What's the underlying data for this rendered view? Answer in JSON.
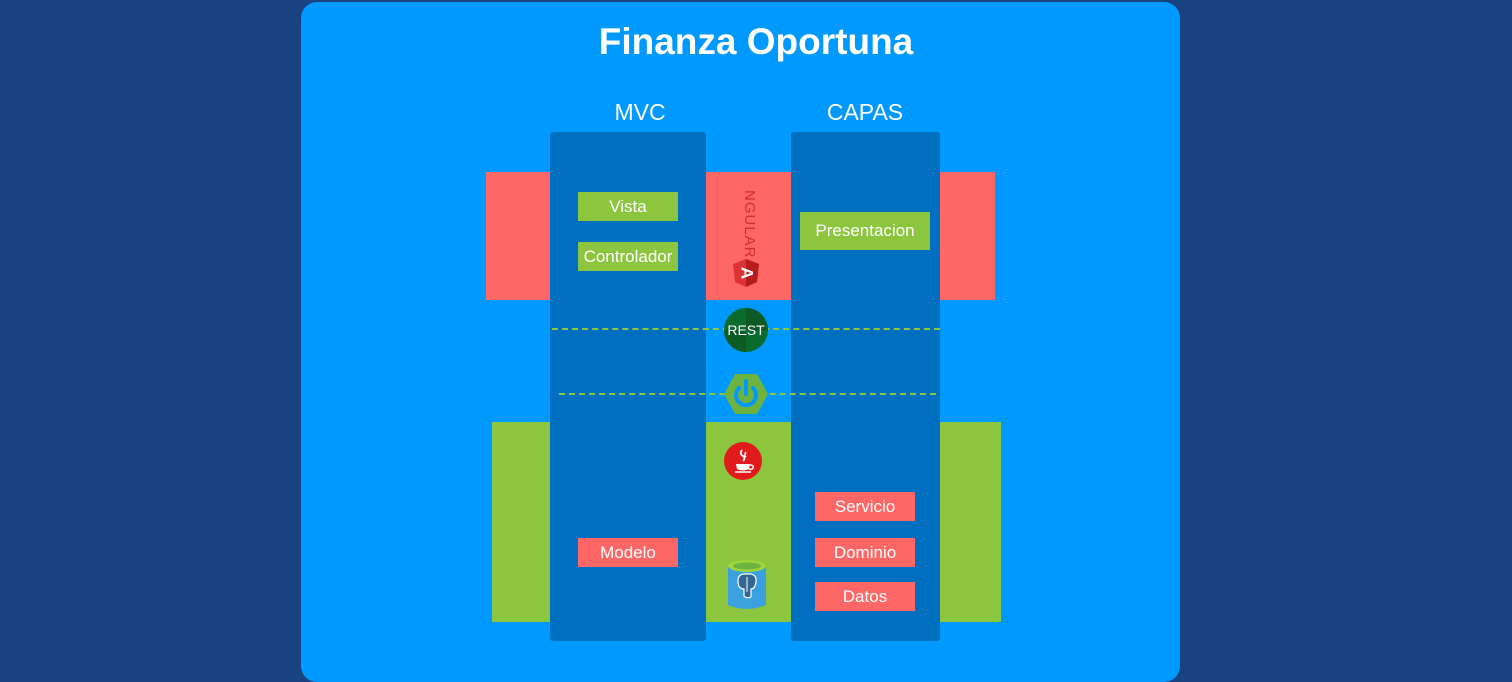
{
  "title": "Finanza Oportuna",
  "columns": {
    "mvc": {
      "label": "MVC",
      "items": {
        "vista": "Vista",
        "controlador": "Controlador",
        "modelo": "Modelo"
      }
    },
    "capas": {
      "label": "CAPAS",
      "items": {
        "presentacion": "Presentacion",
        "servicio": "Servicio",
        "dominio": "Dominio",
        "datos": "Datos"
      }
    }
  },
  "icons": {
    "angular": {
      "name": "angular-icon",
      "text": "NGULAR",
      "letter": "A"
    },
    "rest": {
      "name": "rest-icon",
      "text": "REST"
    },
    "spring": {
      "name": "spring-boot-icon"
    },
    "java": {
      "name": "java-icon"
    },
    "postgres": {
      "name": "postgresql-database-icon"
    }
  },
  "colors": {
    "background": "#1a4180",
    "card": "#0099ff",
    "column": "#006fbf",
    "red": "#ff6666",
    "green": "#8cc63f"
  }
}
